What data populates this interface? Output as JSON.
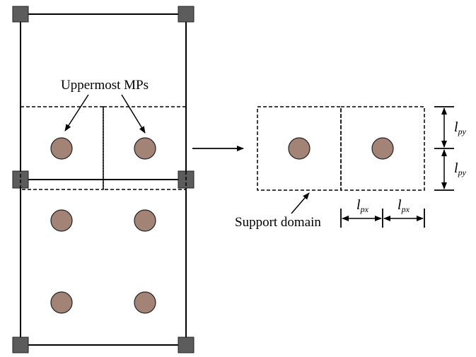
{
  "labels": {
    "uppermost_mps": "Uppermost MPs",
    "support_domain": "Support domain",
    "lpx": {
      "symbol": "l",
      "subscript": "px"
    },
    "lpy": {
      "symbol": "l",
      "subscript": "py"
    }
  },
  "colors": {
    "material_point": "#a38375",
    "node": "#5c5c5c",
    "line": "#000000"
  }
}
